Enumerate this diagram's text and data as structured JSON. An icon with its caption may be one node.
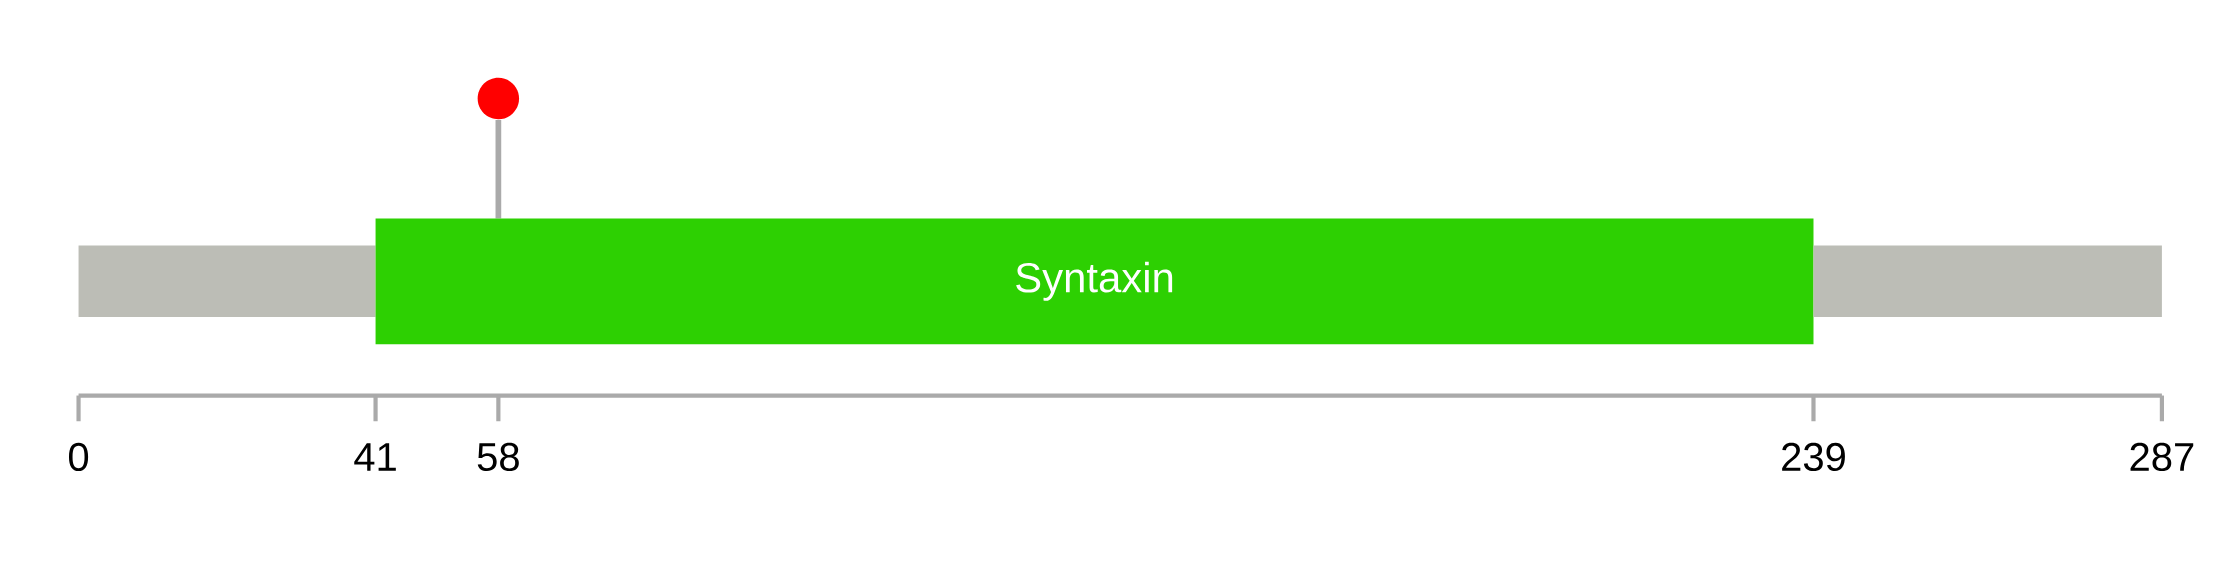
{
  "diagram": {
    "nodes": [
      {
        "text": [],
        "shape": "bar"
      },
      {
        "text": [
          "Syntaxin"
        ]
      },
      {
        "text": [],
        "shape": "bar"
      }
    ],
    "edges": [],
    "labels": [
      "0",
      "41",
      "58",
      "239",
      "287"
    ]
  }
}
